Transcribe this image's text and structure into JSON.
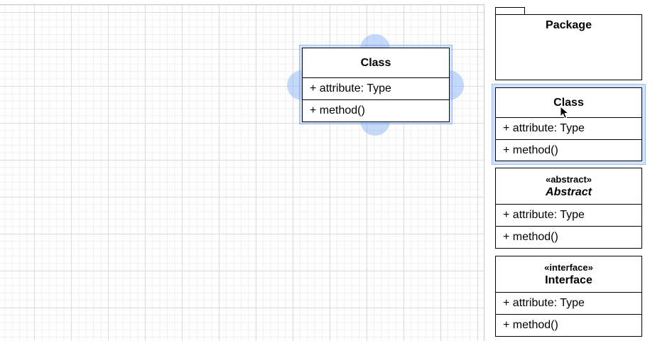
{
  "canvas": {
    "selected_class": {
      "title": "Class",
      "attribute": "+ attribute: Type",
      "method": "+ method()"
    }
  },
  "palette": {
    "package": {
      "title": "Package"
    },
    "class": {
      "title": "Class",
      "attribute": "+ attribute: Type",
      "method": "+ method()"
    },
    "abstract": {
      "stereotype": "«abstract»",
      "title": "Abstract",
      "attribute": "+ attribute: Type",
      "method": "+ method()"
    },
    "interface": {
      "stereotype": "«interface»",
      "title": "Interface",
      "attribute": "+ attribute: Type",
      "method": "+ method()"
    }
  },
  "icons": {
    "cursor": "mouse-pointer-icon"
  },
  "colors": {
    "selection_highlight": "#a0c0f8",
    "grid_major": "#dcdcdc",
    "grid_minor": "#f0f0f0",
    "border": "#000000"
  }
}
